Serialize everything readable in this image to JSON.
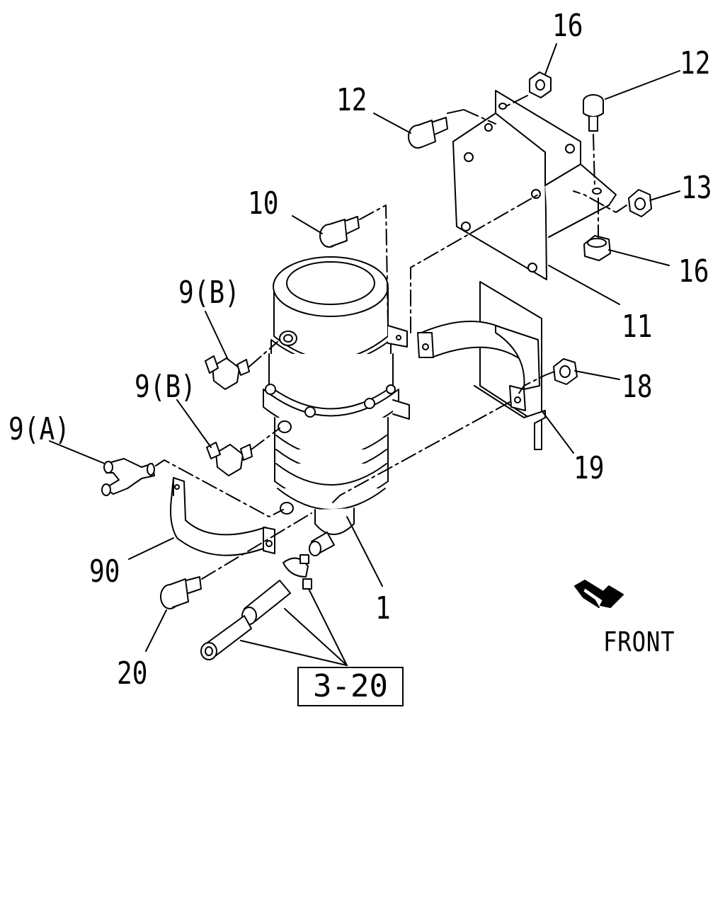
{
  "diagram": {
    "callouts": {
      "c16_top": "16",
      "c12_right": "12",
      "c12_left": "12",
      "c13": "13",
      "c10": "10",
      "c16_right": "16",
      "c9b_top": "9(B)",
      "c11": "11",
      "c18": "18",
      "c9b_mid": "9(B)",
      "c9a": "9(A)",
      "c19": "19",
      "c90": "90",
      "c1": "1",
      "c20": "20"
    },
    "reference_box": "3-20",
    "front_label": "FRONT",
    "colors": {
      "ink": "#000000",
      "paper": "#ffffff"
    }
  }
}
